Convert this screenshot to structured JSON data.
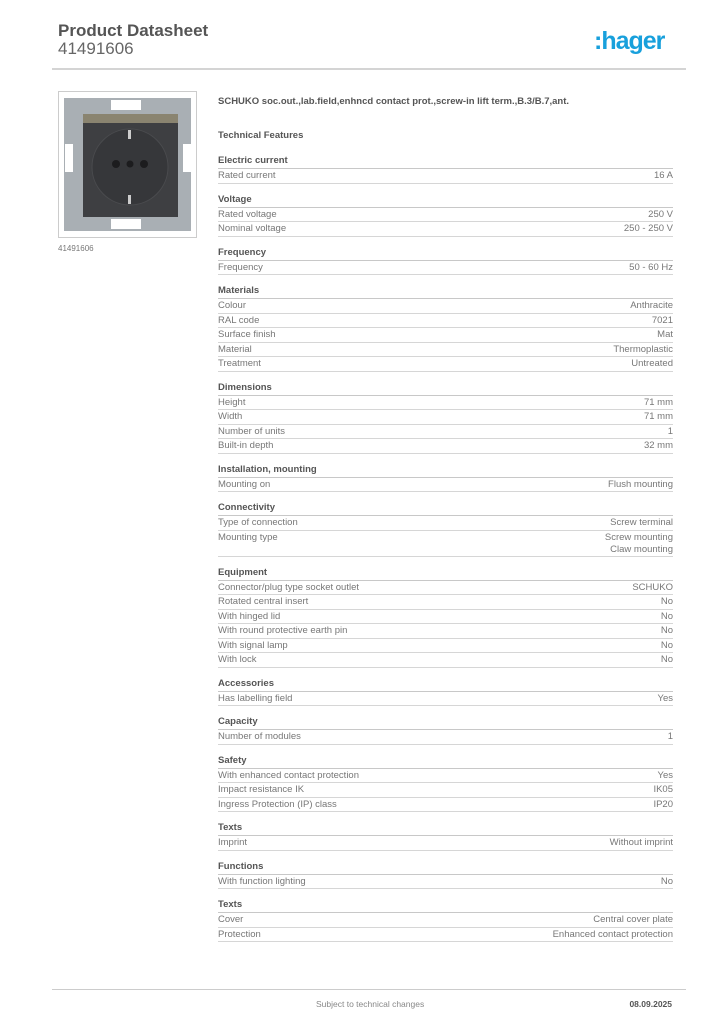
{
  "header": {
    "title": "Product Datasheet",
    "code": "41491606",
    "logo": ":hager",
    "brand_color": "#18a0dc"
  },
  "product": {
    "image_caption": "41491606",
    "description": "SCHUKO soc.out.,lab.field,enhncd contact prot.,screw-in lift term.,B.3/B.7,ant.",
    "features_title": "Technical Features"
  },
  "sections": [
    {
      "title": "Electric current",
      "rows": [
        [
          "Rated current",
          "16 A"
        ]
      ]
    },
    {
      "title": "Voltage",
      "rows": [
        [
          "Rated voltage",
          "250 V"
        ],
        [
          "Nominal voltage",
          "250 - 250 V"
        ]
      ]
    },
    {
      "title": "Frequency",
      "rows": [
        [
          "Frequency",
          "50 - 60 Hz"
        ]
      ]
    },
    {
      "title": "Materials",
      "rows": [
        [
          "Colour",
          "Anthracite"
        ],
        [
          "RAL code",
          "7021"
        ],
        [
          "Surface finish",
          "Mat"
        ],
        [
          "Material",
          "Thermoplastic"
        ],
        [
          "Treatment",
          "Untreated"
        ]
      ]
    },
    {
      "title": "Dimensions",
      "rows": [
        [
          "Height",
          "71 mm"
        ],
        [
          "Width",
          "71 mm"
        ],
        [
          "Number of units",
          "1"
        ],
        [
          "Built-in depth",
          "32 mm"
        ]
      ]
    },
    {
      "title": "Installation, mounting",
      "rows": [
        [
          "Mounting on",
          "Flush mounting"
        ]
      ]
    },
    {
      "title": "Connectivity",
      "rows": [
        [
          "Type of connection",
          "Screw terminal"
        ],
        [
          "Mounting type",
          "Screw mounting\nClaw mounting"
        ]
      ]
    },
    {
      "title": "Equipment",
      "rows": [
        [
          "Connector/plug type socket outlet",
          "SCHUKO"
        ],
        [
          "Rotated central insert",
          "No"
        ],
        [
          "With hinged lid",
          "No"
        ],
        [
          "With round protective earth pin",
          "No"
        ],
        [
          "With signal lamp",
          "No"
        ],
        [
          "With lock",
          "No"
        ]
      ]
    },
    {
      "title": "Accessories",
      "rows": [
        [
          "Has labelling field",
          "Yes"
        ]
      ]
    },
    {
      "title": "Capacity",
      "rows": [
        [
          "Number of modules",
          "1"
        ]
      ]
    },
    {
      "title": "Safety",
      "rows": [
        [
          "With enhanced contact protection",
          "Yes"
        ],
        [
          "Impact resistance IK",
          "IK05"
        ],
        [
          "Ingress Protection (IP) class",
          "IP20"
        ]
      ]
    },
    {
      "title": "Texts",
      "rows": [
        [
          "Imprint",
          "Without imprint"
        ]
      ]
    },
    {
      "title": "Functions",
      "rows": [
        [
          "With function lighting",
          "No"
        ]
      ]
    },
    {
      "title": "Texts",
      "rows": [
        [
          "Cover",
          "Central cover plate"
        ],
        [
          "Protection",
          "Enhanced contact protection"
        ]
      ]
    }
  ],
  "footer": {
    "note": "Subject to technical changes",
    "date": "08.09.2025"
  }
}
